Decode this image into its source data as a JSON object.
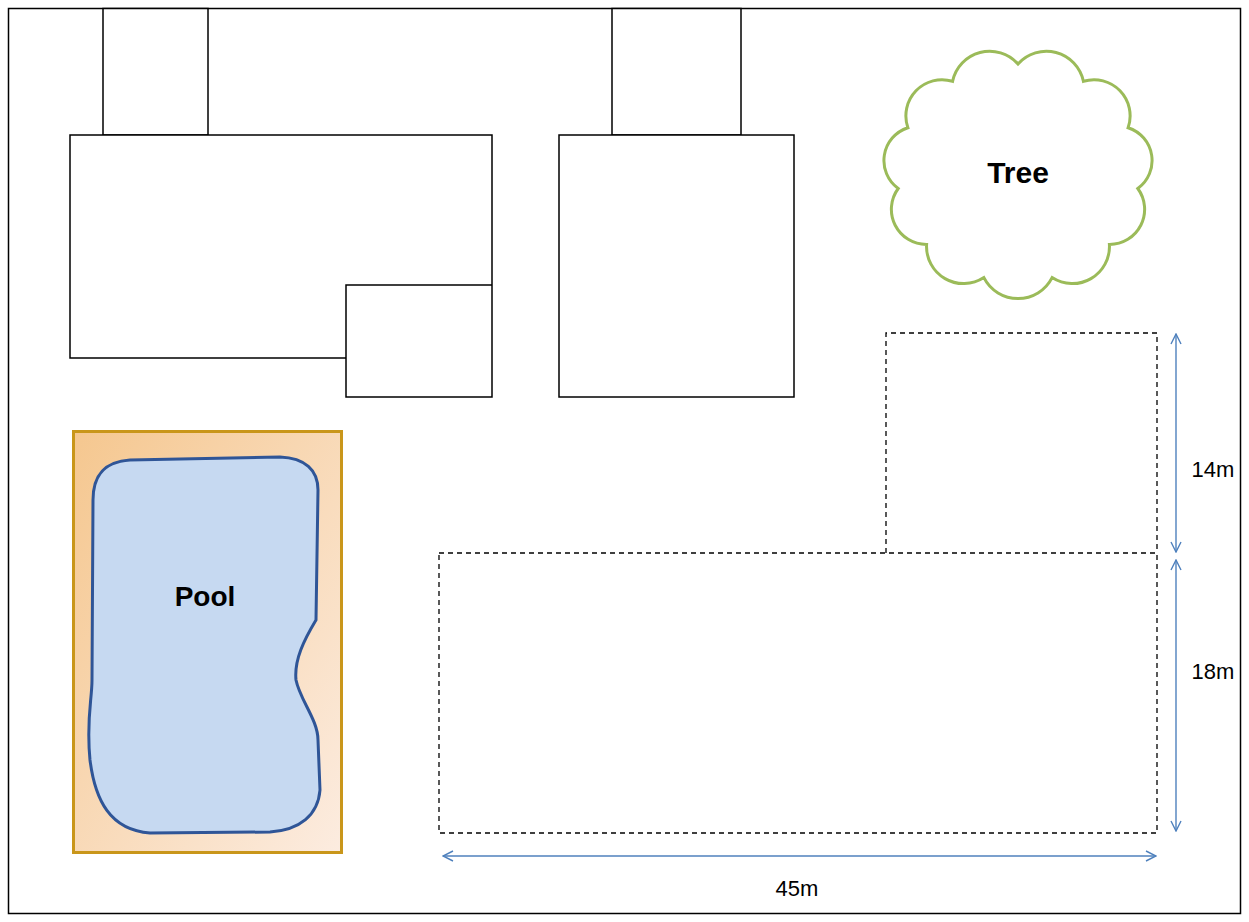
{
  "diagram": {
    "nodes": [
      {
        "text": [
          "Tree"
        ]
      },
      {
        "text": [
          "Pool"
        ]
      }
    ],
    "labels": [
      "14m",
      "18m",
      "45m"
    ]
  }
}
